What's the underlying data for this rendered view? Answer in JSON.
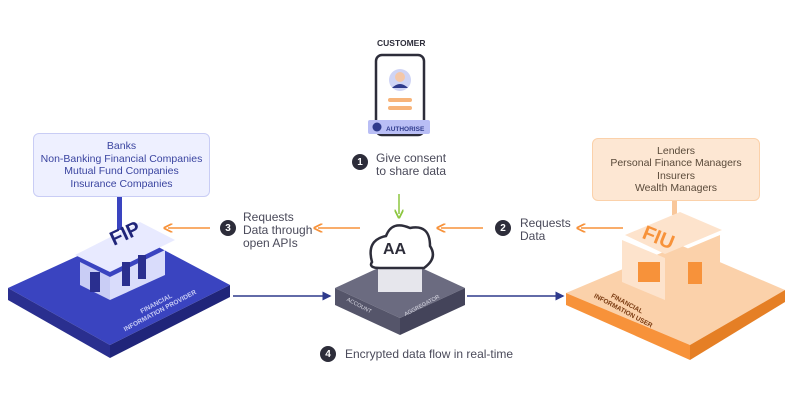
{
  "customer": {
    "label": "CUSTOMER",
    "button": "AUTHORISE"
  },
  "steps": [
    {
      "number": "1",
      "text": [
        "Give consent",
        "to share data"
      ]
    },
    {
      "number": "2",
      "text": [
        "Requests",
        "Data"
      ]
    },
    {
      "number": "3",
      "text": [
        "Requests",
        "Data through",
        "open APIs"
      ]
    },
    {
      "number": "4",
      "text": [
        "Encrypted data flow in real-time"
      ]
    }
  ],
  "fip": {
    "logo": "FIP",
    "platform_label": [
      "FINANCIAL",
      "INFORMATION PROVIDER"
    ],
    "examples": [
      "Banks",
      "Non-Banking Financial Companies",
      "Mutual Fund Companies",
      "Insurance Companies"
    ]
  },
  "fiu": {
    "logo": "FIU",
    "platform_label": [
      "FINANCIAL",
      "INFORMATION USER"
    ],
    "examples": [
      "Lenders",
      "Personal Finance Managers",
      "Insurers",
      "Wealth Managers"
    ]
  },
  "aa": {
    "logo": "AA",
    "platform_label": [
      "ACCOUNT",
      "AGGREGATOR"
    ]
  },
  "colors": {
    "fip": "#3a44c0",
    "fiu": "#f7923a",
    "aa": "#5a5a6e",
    "consent_arrow": "#8cc63f",
    "request_arrow": "#f7923a",
    "data_arrow": "#2e3a8c"
  }
}
